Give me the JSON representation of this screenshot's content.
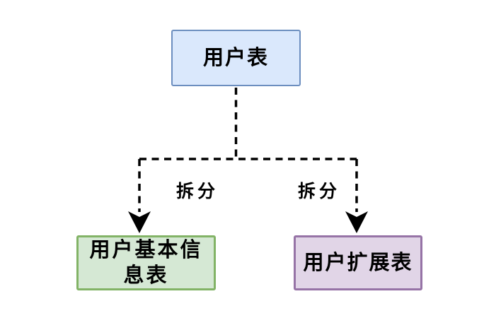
{
  "diagram": {
    "nodes": {
      "user_table": {
        "label": "用户表",
        "fill": "#dae8fc",
        "border": "#6c8ebf"
      },
      "user_basic_info": {
        "label": "用户基本信息表",
        "fill": "#d5e8d4",
        "border": "#82b366"
      },
      "user_extension": {
        "label": "用户扩展表",
        "fill": "#e1d5e7",
        "border": "#9673a6"
      }
    },
    "edge_labels": {
      "left": "拆分",
      "right": "拆分"
    },
    "connector": {
      "color": "#000000",
      "style": "dashed",
      "arrowhead": "solid-concave-triangle"
    },
    "background": "#ffffff"
  }
}
